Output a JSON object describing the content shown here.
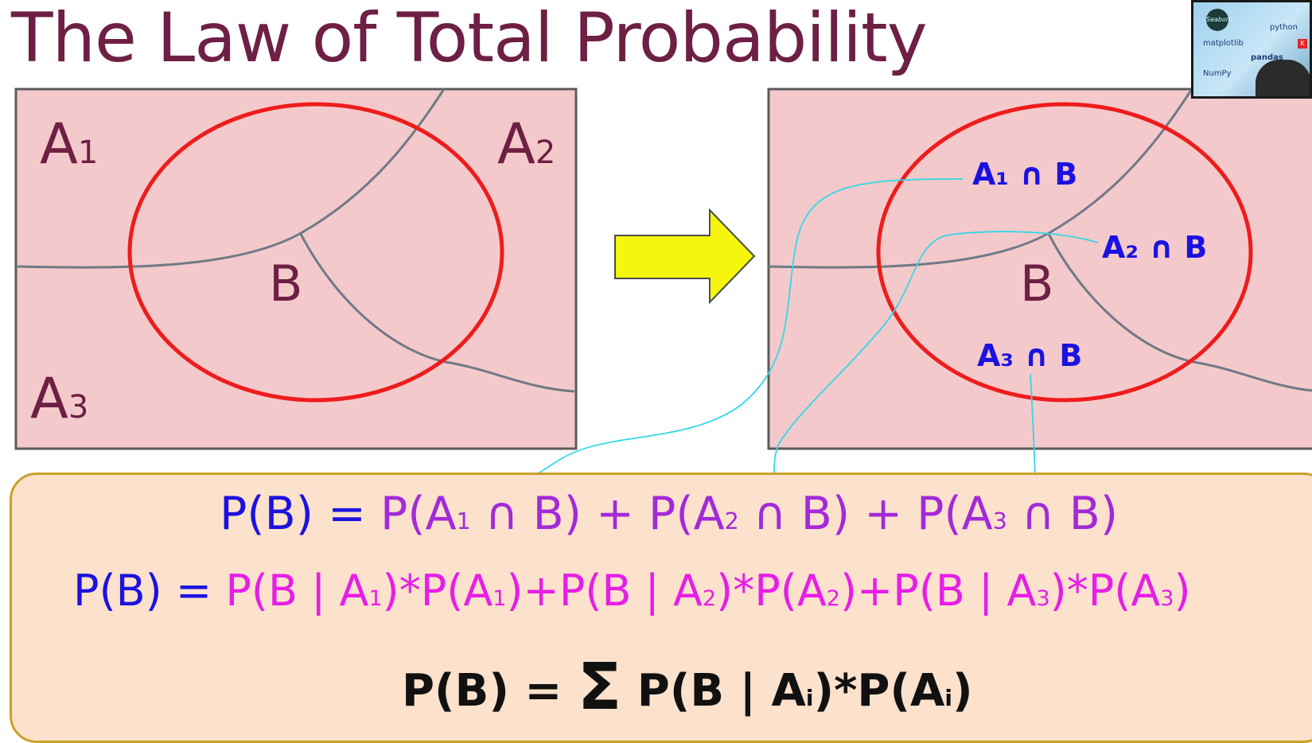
{
  "title": "The Law of Total Probability",
  "left_diagram": {
    "region_a1": "A",
    "region_a1_sub": "1",
    "region_a2": "A",
    "region_a2_sub": "2",
    "region_a3": "A",
    "region_a3_sub": "3",
    "event_b": "B"
  },
  "right_diagram": {
    "event_b": "B",
    "label_a1_b": "A₁ ∩ B",
    "label_a2_b": "A₂ ∩ B",
    "label_a3_b": "A₃ ∩ B"
  },
  "equations": {
    "eq1": {
      "lhs": "P(B) = ",
      "t1": "P(A",
      "t1_sub": "1",
      "t1_end": " ∩ B)",
      "plus1": " + ",
      "t2": "P(A",
      "t2_sub": "2",
      "t2_end": " ∩ B)",
      "plus2": " + ",
      "t3": "P(A",
      "t3_sub": "3",
      "t3_end": " ∩ B)"
    },
    "eq2": {
      "lhs": "P(B) = ",
      "t1": "P(B | A",
      "t1_sub": "1",
      "t1_mid": ")*P(A",
      "t1_sub2": "1",
      "t1_end": ")+",
      "t2": "P(B | A",
      "t2_sub": "2",
      "t2_mid": ")*P(A",
      "t2_sub2": "2",
      "t2_end": ")+",
      "t3": "P(B | A",
      "t3_sub": "3",
      "t3_mid": ")*P(A",
      "t3_sub2": "3",
      "t3_end": ")"
    },
    "eq3": {
      "lhs": "P(B) = ",
      "sigma": "Σ",
      "body": " P(B | A",
      "sub": "i",
      "mid": ")*P(A",
      "sub2": "i",
      "end": ")"
    }
  },
  "webcam": {
    "logo1": "Seaborn",
    "logo2": "python",
    "logo3": "matplotlib",
    "logo4": "pandas",
    "logo5": "NumPy",
    "badge": "K"
  },
  "colors": {
    "title": "#6e1f44",
    "panel_fill": "#f4c9cb",
    "ellipse": "#ee1c1c",
    "arrow_fill": "#f5f50d",
    "connector": "#32d8e8",
    "eq_blue": "#1c12e0",
    "eq_purple": "#a22ad8",
    "eq_magenta": "#e61ee6"
  }
}
